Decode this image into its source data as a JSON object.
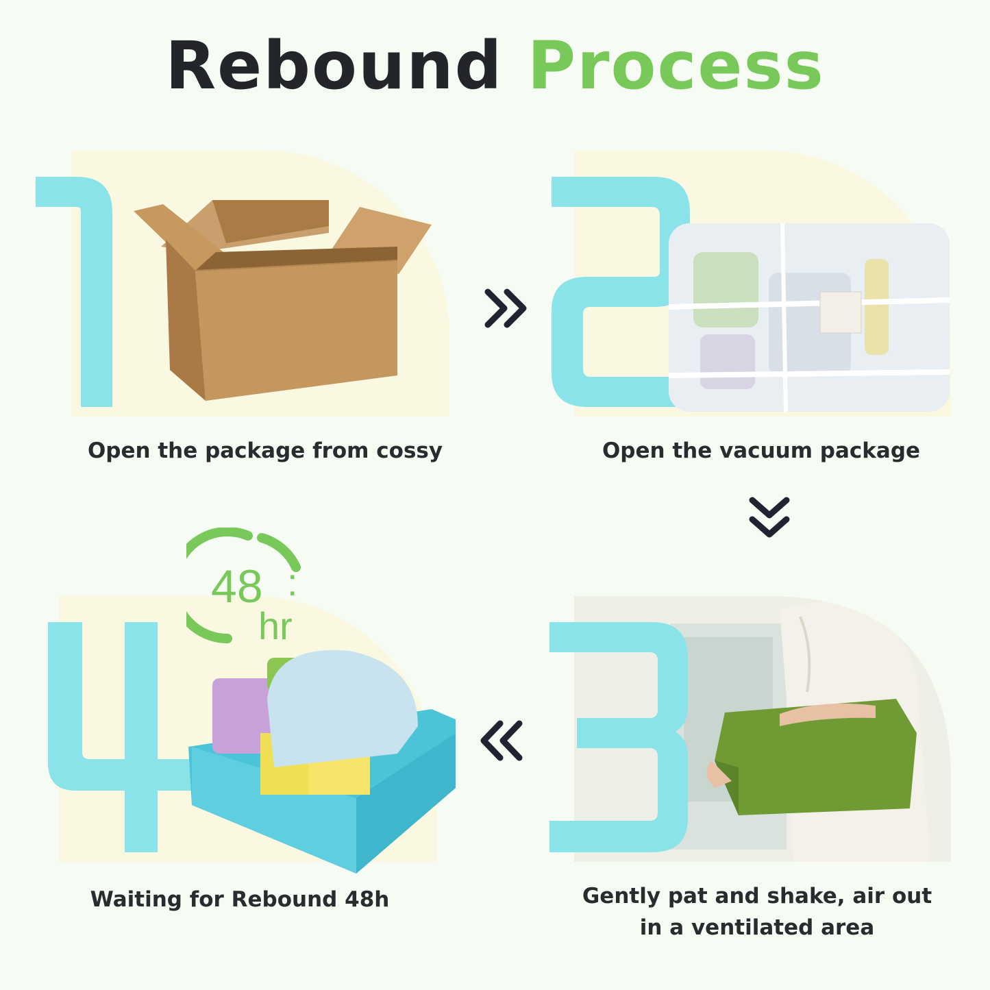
{
  "title": {
    "part1": "Rebound",
    "part2": "Process"
  },
  "steps": [
    {
      "number": "1",
      "label": "Open the package from cossy"
    },
    {
      "number": "2",
      "label": "Open the vacuum package"
    },
    {
      "number": "3",
      "label_line1": "Gently pat and shake,   air out",
      "label_line2": "in a ventilated area"
    },
    {
      "number": "4",
      "label": "Waiting for Rebound 48h"
    }
  ],
  "timer": {
    "value": "48",
    "separator": ":",
    "unit": "hr"
  },
  "colors": {
    "title_dark": "#23252b",
    "title_accent": "#79c95a",
    "digit": "#8ae3e8",
    "panel": "#fbf8e2",
    "arrow": "#1f2430",
    "timer": "#79c95a"
  },
  "icons": [
    "double-chevron-right-icon",
    "double-chevron-down-icon",
    "double-chevron-left-icon",
    "timer-icon"
  ]
}
